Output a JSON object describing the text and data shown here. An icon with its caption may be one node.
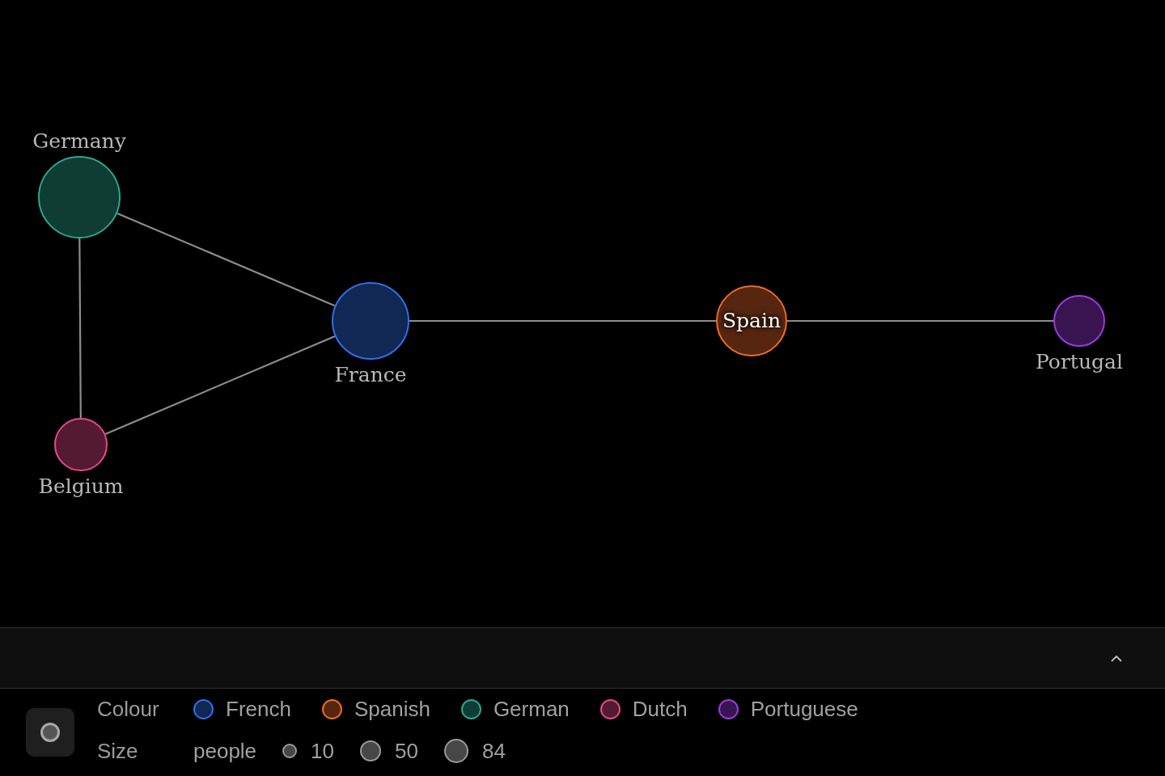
{
  "diagram": {
    "nodes": [
      {
        "text": [
          "Germany"
        ]
      },
      {
        "text": [
          "France"
        ]
      },
      {
        "text": [
          "Belgium"
        ]
      },
      {
        "text": [
          "Spain"
        ]
      },
      {
        "text": [
          "Portugal"
        ]
      }
    ],
    "edges": [
      {
        "from": 0,
        "to": 1,
        "arrow": "none"
      },
      {
        "from": 0,
        "to": 2,
        "arrow": "none"
      },
      {
        "from": 2,
        "to": 1,
        "arrow": "none"
      },
      {
        "from": 1,
        "to": 3,
        "arrow": "none"
      },
      {
        "from": 3,
        "to": 4,
        "arrow": "none"
      }
    ],
    "labels": [
      "Colour",
      "Size",
      "people"
    ],
    "legend": [
      {
        "text": "French",
        "color": "#2f6fe8"
      },
      {
        "text": "Spanish",
        "color": "#ef6a2c"
      },
      {
        "text": "German",
        "color": "#2aa88f"
      },
      {
        "text": "Dutch",
        "color": "#e8488a"
      },
      {
        "text": "Portuguese",
        "color": "#9b3ae2"
      },
      {
        "text": "10"
      },
      {
        "text": "50"
      },
      {
        "text": "84"
      }
    ]
  }
}
